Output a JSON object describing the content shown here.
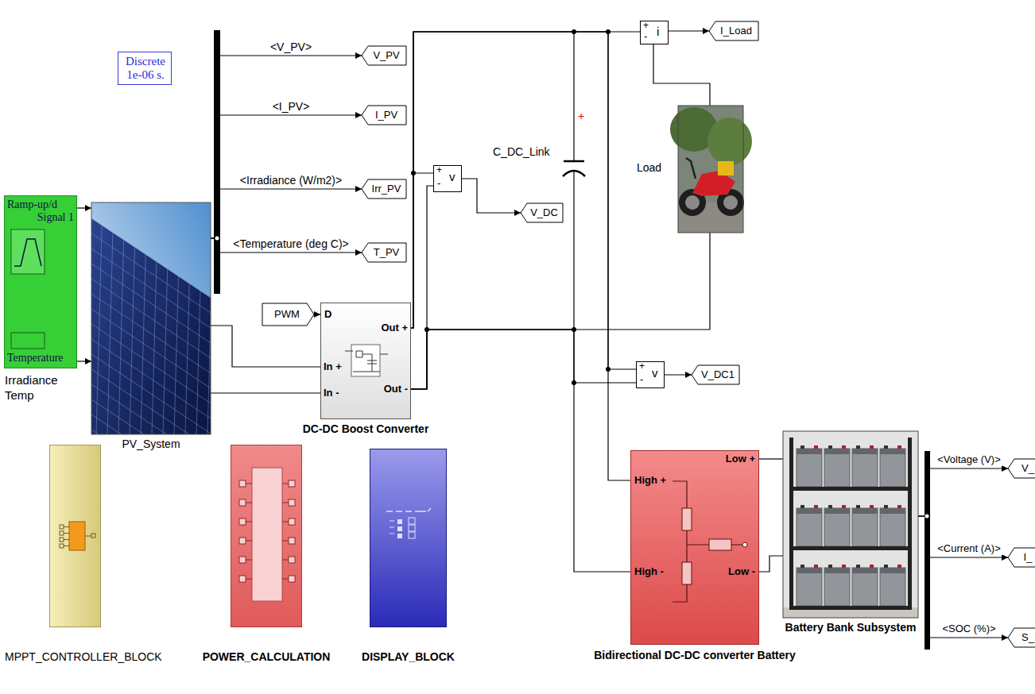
{
  "diagram": {
    "nodes": [
      {
        "text": [
          "Discrete 1e-06 s."
        ]
      },
      {
        "text": [
          "Ramp-up/d",
          "Signal 1",
          "Temperature",
          "Irradiance Temp"
        ]
      },
      {
        "text": [
          "PV_System"
        ]
      },
      {
        "text": [
          "V_PV"
        ]
      },
      {
        "text": [
          "I_PV"
        ]
      },
      {
        "text": [
          "Irr_PV"
        ]
      },
      {
        "text": [
          "T_PV"
        ]
      },
      {
        "text": [
          "PWM"
        ]
      },
      {
        "text": [
          "D",
          "In +",
          "In -",
          "Out +",
          "Out -",
          "DC-DC Boost Converter"
        ]
      },
      {
        "text": [
          "+",
          "v",
          "-"
        ]
      },
      {
        "text": [
          "V_DC"
        ]
      },
      {
        "text": [
          "+",
          "i",
          "-"
        ]
      },
      {
        "text": [
          "I_Load"
        ]
      },
      {
        "text": [
          "Load"
        ]
      },
      {
        "text": [
          "+",
          "v",
          "-"
        ]
      },
      {
        "text": [
          "V_DC1"
        ]
      },
      {
        "text": [
          "High +",
          "High -",
          "Low +",
          "Low -",
          "Bidirectional DC-DC converter Battery"
        ]
      },
      {
        "text": [
          "Battery Bank Subsystem"
        ]
      },
      {
        "text": [
          "V_"
        ]
      },
      {
        "text": [
          "I_"
        ]
      },
      {
        "text": [
          "S_"
        ]
      },
      {
        "text": [
          "MPPT_CONTROLLER_BLOCK"
        ]
      },
      {
        "text": [
          "POWER_CALCULATION"
        ]
      },
      {
        "text": [
          "DISPLAY_BLOCK"
        ]
      }
    ],
    "edges": [
      {
        "from": 1,
        "to": 2,
        "arrow": "to"
      },
      {
        "from": 1,
        "to": 2,
        "arrow": "to"
      },
      {
        "from": 2,
        "to": 3,
        "arrow": "to",
        "label": "<V_PV>"
      },
      {
        "from": 2,
        "to": 4,
        "arrow": "to",
        "label": "<I_PV>"
      },
      {
        "from": 2,
        "to": 5,
        "arrow": "to",
        "label": "<Irradiance (W/m2)>"
      },
      {
        "from": 2,
        "to": 6,
        "arrow": "to",
        "label": "<Temperature (deg C)>"
      },
      {
        "from": 2,
        "to": 8,
        "arrow": "none"
      },
      {
        "from": 2,
        "to": 8,
        "arrow": "none"
      },
      {
        "from": 7,
        "to": 8,
        "arrow": "to"
      },
      {
        "from": 8,
        "to": 11,
        "arrow": "none"
      },
      {
        "from": 8,
        "to": 9,
        "arrow": "none"
      },
      {
        "from": 8,
        "to": 9,
        "arrow": "none"
      },
      {
        "from": 9,
        "to": 10,
        "arrow": "to"
      },
      {
        "from": 11,
        "to": 12,
        "arrow": "to"
      },
      {
        "from": 11,
        "to": 13,
        "arrow": "none"
      },
      {
        "from": 8,
        "to": 13,
        "arrow": "none"
      },
      {
        "from": 8,
        "to": 14,
        "arrow": "none"
      },
      {
        "from": 8,
        "to": 14,
        "arrow": "none"
      },
      {
        "from": 14,
        "to": 15,
        "arrow": "to"
      },
      {
        "from": 8,
        "to": 16,
        "arrow": "none"
      },
      {
        "from": 8,
        "to": 16,
        "arrow": "none"
      },
      {
        "from": 16,
        "to": 17,
        "arrow": "none"
      },
      {
        "from": 16,
        "to": 17,
        "arrow": "none"
      },
      {
        "from": 17,
        "to": 18,
        "arrow": "to",
        "label": "<Voltage (V)>"
      },
      {
        "from": 17,
        "to": 19,
        "arrow": "to",
        "label": "<Current (A)>"
      },
      {
        "from": 17,
        "to": 20,
        "arrow": "to",
        "label": "<SOC (%)>"
      }
    ],
    "labels": [
      "C_DC_Link",
      "+"
    ]
  }
}
